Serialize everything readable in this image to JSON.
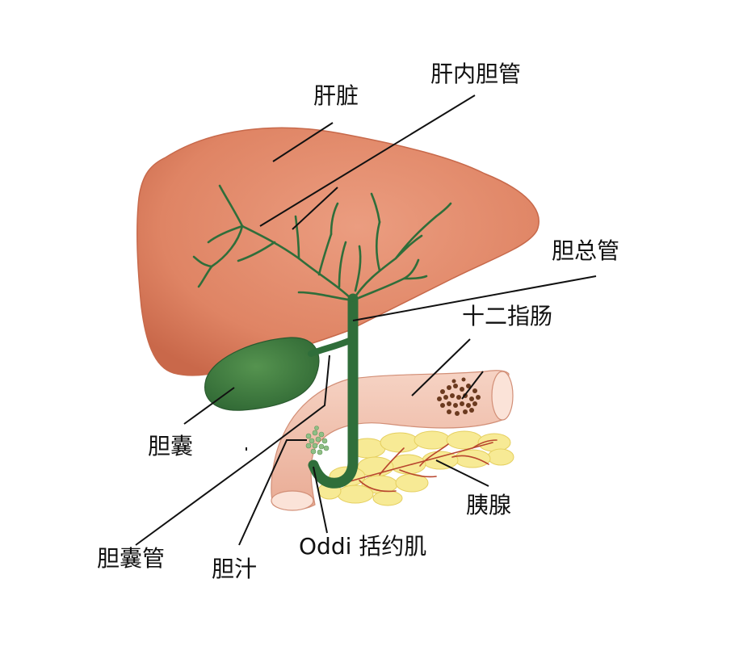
{
  "labels": {
    "liver": "肝脏",
    "intrahepatic_duct": "肝内胆管",
    "common_bile_duct": "胆总管",
    "duodenum": "十二指肠",
    "gallbladder": "胆囊",
    "pancreas": "胰腺",
    "cystic_duct": "胆囊管",
    "bile": "胆汁",
    "oddi_sphincter": "Oddi 括约肌"
  },
  "colors": {
    "liver": "#e08a6a",
    "liver_dark": "#c9684a",
    "bile_duct": "#2f6e3a",
    "gallbladder": "#3f7d44",
    "duodenum": "#f3c6b3",
    "pancreas": "#f7ea95",
    "pancreas_vessel": "#b8452e",
    "bile_dots": "#8fbf86",
    "mucosa": "#6b3a1f",
    "leader_line": "#111111"
  }
}
